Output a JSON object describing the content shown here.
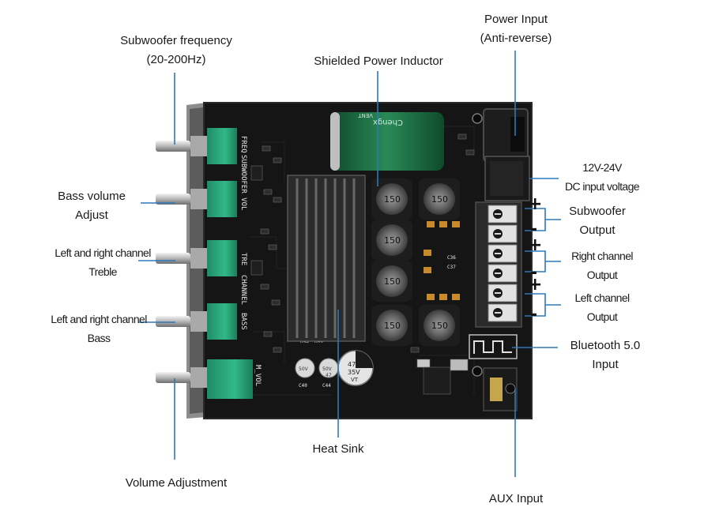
{
  "labels": {
    "subwoofer_frequency": [
      "Subwoofer frequency",
      "(20-200Hz)"
    ],
    "bass_volume": [
      "Bass volume",
      "Adjust"
    ],
    "lr_treble": [
      "Left and right channel",
      "Treble"
    ],
    "lr_bass": [
      "Left and right channel",
      "Bass"
    ],
    "volume_adjustment": "Volume Adjustment",
    "power_input": [
      "Power Input",
      "(Anti-reverse)"
    ],
    "shielded_inductor": "Shielded Power Inductor",
    "dc_input": [
      "12V-24V",
      "DC input voltage"
    ],
    "subwoofer_output": [
      "Subwoofer",
      "Output"
    ],
    "right_output": [
      "Right channel",
      "Output"
    ],
    "left_output": [
      "Left channel",
      "Output"
    ],
    "bluetooth": [
      "Bluetooth 5.0",
      "Input"
    ],
    "heat_sink": "Heat Sink",
    "aux_input": "AUX Input"
  },
  "silkscreen": {
    "freq": "FREQ",
    "subwoofer_vol": "SUBWOOFER VOL",
    "tre": "TRE",
    "channel": "CHANNEL",
    "bass": "BASS",
    "m_vol": "M_VOL",
    "inductor_value": "150",
    "cap_main": "470",
    "cap_volt": "35V",
    "cap_series": "VT",
    "cap_brand": "Chengx",
    "cap_side": "VENT",
    "small_cap_1": "50V",
    "small_cap_2": "47",
    "ref_c40": "C40",
    "ref_c36": "C36",
    "ref_c37": "C37",
    "ref_r43": "R43",
    "ref_r44": "R44",
    "ref_c44": "C44"
  },
  "terminal_signs": [
    "+",
    "-",
    "+",
    "-",
    "+",
    "-"
  ],
  "colors": {
    "leader_line": "#2f78b8",
    "pcb": "#151515",
    "pot_green": "#2aa47a",
    "heatsink": "#2b2b2b",
    "capacitor_green": "#1f6e45"
  }
}
